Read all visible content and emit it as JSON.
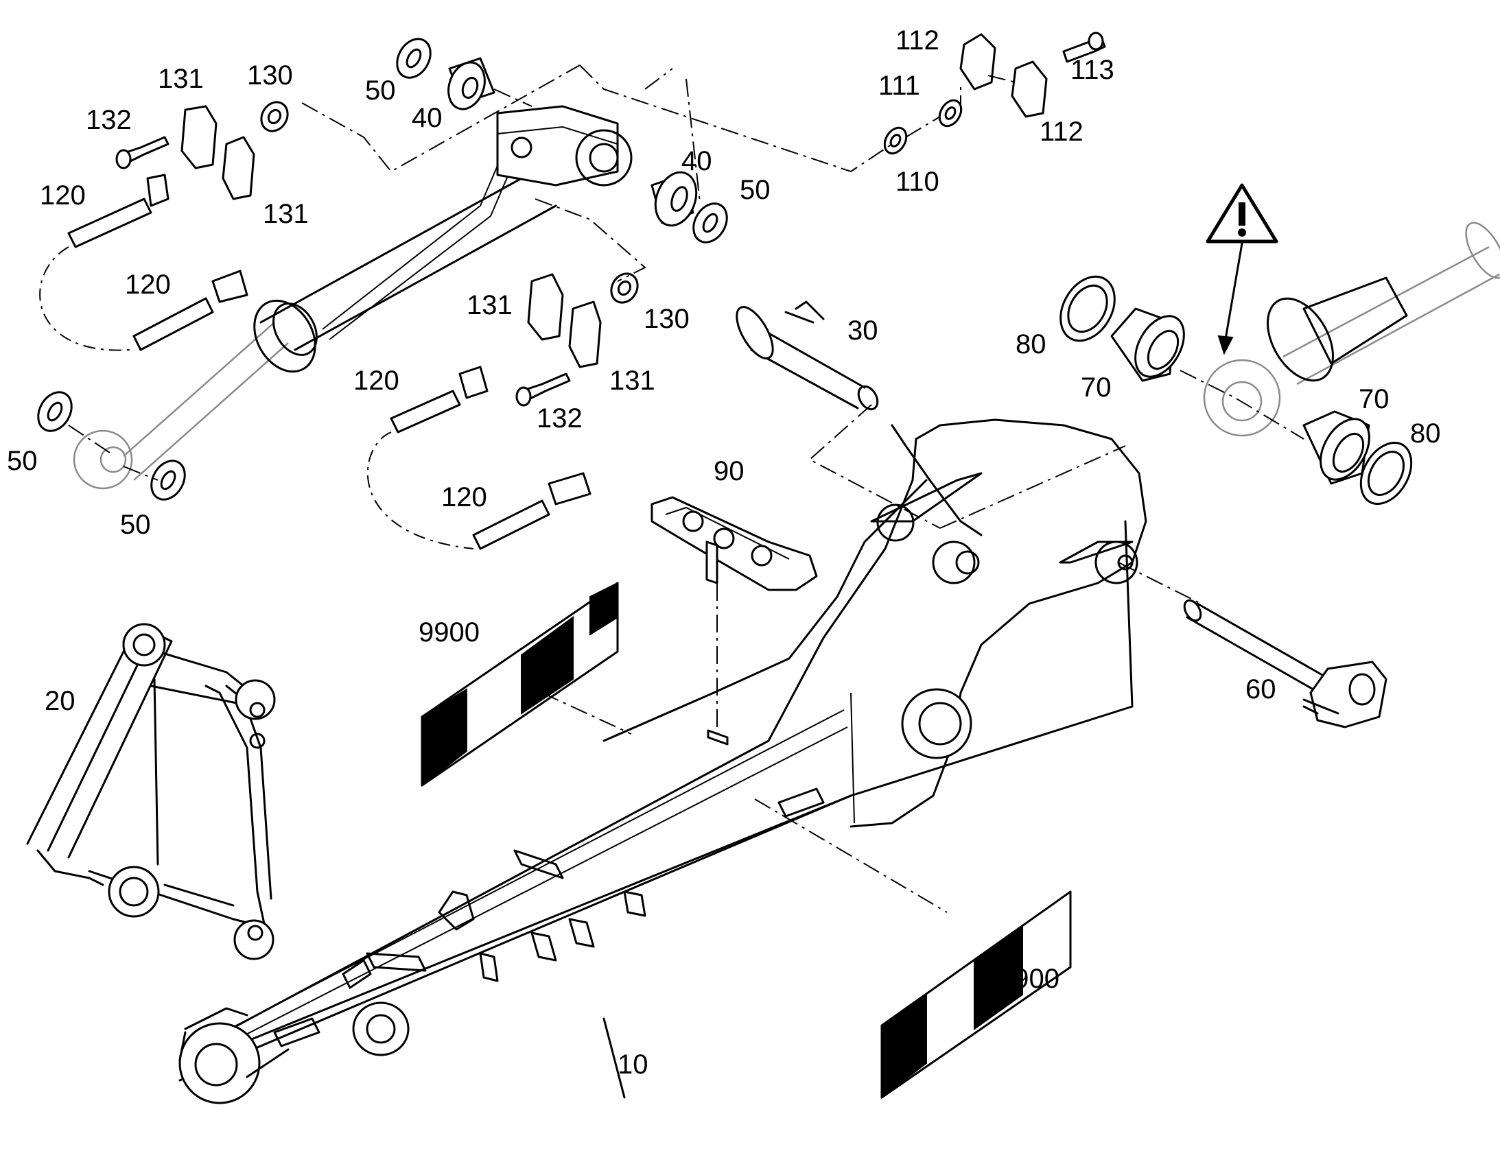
{
  "callouts": {
    "c10": "10",
    "c20": "20",
    "c30": "30",
    "c40_top": "40",
    "c40_mid": "40",
    "c50_top": "50",
    "c50_mid": "50",
    "c50_left": "50",
    "c50_low": "50",
    "c60": "60",
    "c70_left": "70",
    "c70_right": "70",
    "c80_left": "80",
    "c80_right": "80",
    "c90": "90",
    "c110": "110",
    "c111": "111",
    "c112_top": "112",
    "c112_right": "112",
    "c113": "113",
    "c120_a": "120",
    "c120_b": "120",
    "c120_c": "120",
    "c120_d": "120",
    "c130_top": "130",
    "c130_mid": "130",
    "c131_a": "131",
    "c131_b": "131",
    "c131_c": "131",
    "c131_d": "131",
    "c132_top": "132",
    "c132_mid": "132",
    "c9900_left": "9900",
    "c9900_right": "9900"
  },
  "icons": {
    "warning": "warning-triangle-icon"
  }
}
